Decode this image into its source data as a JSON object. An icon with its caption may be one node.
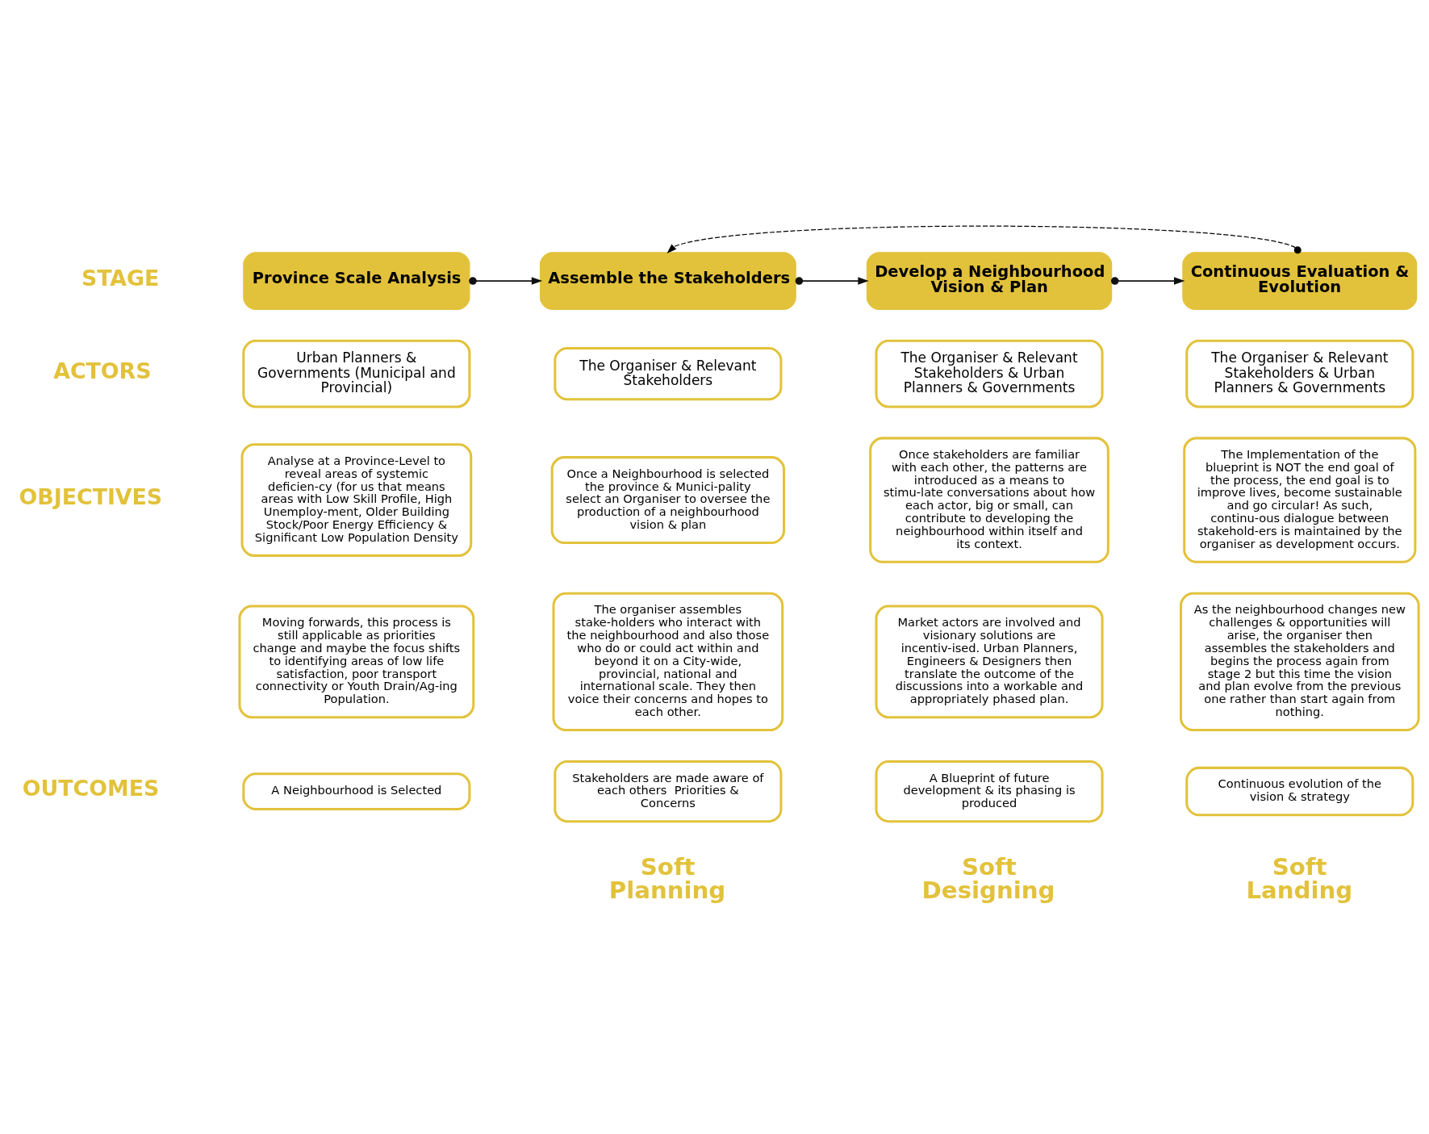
{
  "diagram": {
    "nodes": [
      {
        "text": [
          "Province Scale Analysis"
        ]
      },
      {
        "text": [
          "Assemble the Stakeholders"
        ]
      },
      {
        "text": [
          "Develop a Neighbourhood Vision & Plan"
        ]
      },
      {
        "text": [
          "Continuous Evaluation & Evolution"
        ]
      },
      {
        "text": [
          "Urban Planners & Governments (Municipal and Provincial)"
        ]
      },
      {
        "text": [
          "The Organiser & Relevant Stakeholders"
        ]
      },
      {
        "text": [
          "The Organiser & Relevant Stakeholders & Urban Planners & Governments"
        ]
      },
      {
        "text": [
          "The Organiser & Relevant Stakeholders & Urban Planners & Governments"
        ]
      },
      {
        "text": [
          "Analyse at a Province-Level to reveal areas of systemic deficien-cy (for us that means areas with Low Skill Profile, High Unemploy-ment, Older Building Stock/Poor Energy Efficiency & Significant Low Population Density"
        ]
      },
      {
        "text": [
          "Once a Neighbourhood is selected the province & Munici-pality select an Organiser to oversee the production of a neighbourhood vision & plan"
        ]
      },
      {
        "text": [
          "Once stakeholders are familiar with each other, the patterns are introduced as a means to stimu-late conversations about how each actor, big or small, can contribute to developing the neighbourhood within itself and its context."
        ]
      },
      {
        "text": [
          "The Implementation of the blueprint is NOT the end goal of the process, the end goal is to improve lives, become sustainable and go circular! As such, continu-ous dialogue between stakehold-ers is maintained by the organiser as development occurs."
        ]
      },
      {
        "text": [
          "Moving forwards, this process is still applicable as priorities change and maybe the focus shifts to identifying areas of low life satisfaction, poor transport connectivity or Youth Drain/Ag-ing Population."
        ]
      },
      {
        "text": [
          "The organiser assembles stake-holders who interact with the neighbourhood and also those who do or could act within and beyond it on a City-wide, provincial, national and international scale. They then voice their concerns and hopes to each other."
        ]
      },
      {
        "text": [
          "Market actors are involved and visionary solutions are incentiv-ised. Urban Planners, Engineers & Designers then translate the outcome of the discussions into a workable and appropriately phased plan."
        ]
      },
      {
        "text": [
          "As the neighbourhood changes new challenges & opportunities will arise, the organiser then assembles the stakeholders and begins the process again from stage 2 but this time the vision and plan evolve from the previous one rather than start again from nothing."
        ]
      },
      {
        "text": [
          "A Neighbourhood is Selected"
        ]
      },
      {
        "text": [
          "Stakeholders are made aware of each others  Priorities & Concerns"
        ]
      },
      {
        "text": [
          "A Blueprint of future development & its phasing is produced"
        ]
      },
      {
        "text": [
          "Continuous evolution of the vision & strategy"
        ]
      }
    ],
    "edges": [
      {
        "from": 0,
        "to": 1,
        "arrow": "to"
      },
      {
        "from": 1,
        "to": 2,
        "arrow": "to"
      },
      {
        "from": 2,
        "to": 3,
        "arrow": "to"
      },
      {
        "from": 3,
        "to": 1,
        "arrow": "to",
        "style": "dashed"
      }
    ],
    "labels": [
      "STAGE",
      "ACTORS",
      "OBJECTIVES",
      "OUTCOMES",
      "Soft Planning",
      "Soft Designing",
      "Soft Landing"
    ]
  }
}
